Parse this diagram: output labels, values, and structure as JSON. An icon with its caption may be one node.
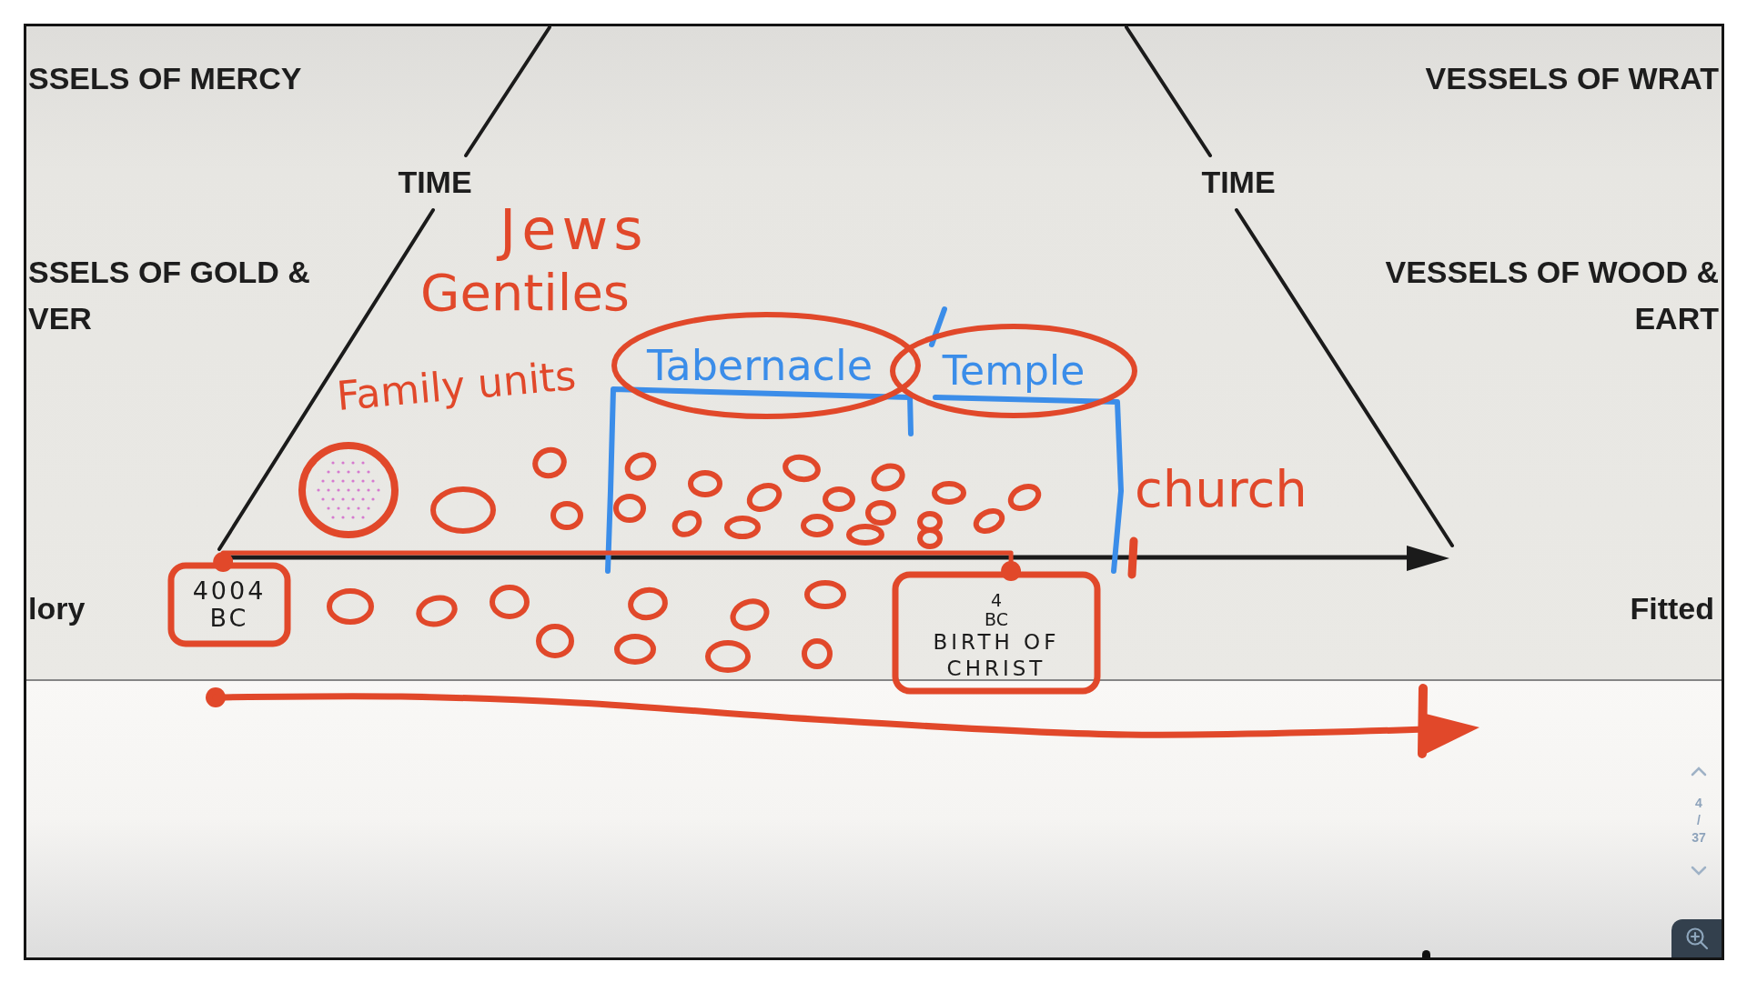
{
  "diagram": {
    "nodes": [
      {
        "text": [
          "Tabernacle"
        ]
      },
      {
        "text": [
          "Temple"
        ]
      },
      {
        "text": [
          "4004 BC"
        ]
      },
      {
        "text": [
          "4 BC",
          "BIRTH OF CHRIST"
        ]
      }
    ],
    "edges": [
      {
        "from": 2,
        "to": 3,
        "arrow": "other"
      }
    ],
    "labels": [
      "SSELS OF MERCY",
      "VESSELS OF WRAT",
      "TIME",
      "TIME",
      "Jews",
      "SSELS OF GOLD & VER",
      "VESSELS OF WOOD & EART",
      "Gentiles",
      "Family units",
      "church",
      "lory",
      "Fitted",
      "4",
      "/",
      "37"
    ]
  }
}
